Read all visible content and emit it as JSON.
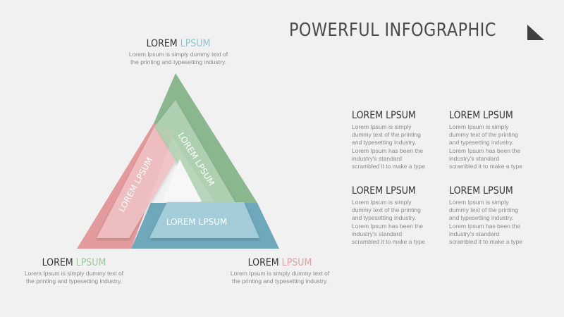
{
  "title": "POWERFUL INFOGRAPHIC",
  "colors": {
    "green": "#8bb78e",
    "pink": "#e29a9c",
    "blue": "#6fa8bb",
    "accent_text": "#333333"
  },
  "top_caption": {
    "head": "LOREM",
    "accent": "LPSUM",
    "accent_color": "#8ec3cf",
    "line1": "Lorem Ipsum is simply dummy text of",
    "line2": "the printing and typesetting industry."
  },
  "left_caption": {
    "head": "LOREM",
    "accent": "LPSUM",
    "accent_color": "#9cc79f",
    "line1": "Lorem Ipsum is simply dummy text of",
    "line2": "the printing and typesetting industry."
  },
  "right_caption": {
    "head": "LOREM",
    "accent": "LPSUM",
    "accent_color": "#e49ea3",
    "line1": "Lorem Ipsum is simply dummy text of",
    "line2": "the printing and typesetting industry."
  },
  "triangle_labels": {
    "green": "LOREM LPSUM",
    "pink": "LOREM LPSUM",
    "blue": "LOREM LPSUM"
  },
  "blocks": [
    {
      "head": "LOREM LPSUM",
      "l1": "Lorem Ipsum is simply",
      "l2": "dummy text of the printing",
      "l3": "and typesetting industry.",
      "l4": "Lorem Ipsum has been the",
      "l5": "industry's standard",
      "l6": "scrambled it to make a type"
    },
    {
      "head": "LOREM LPSUM",
      "l1": "Lorem Ipsum is simply",
      "l2": "dummy text of the printing",
      "l3": "and typesetting industry.",
      "l4": "Lorem Ipsum has been the",
      "l5": "industry's standard",
      "l6": "scrambled it to make a type"
    },
    {
      "head": "LOREM LPSUM",
      "l1": "Lorem Ipsum is simply",
      "l2": "dummy text of the printing",
      "l3": "and typesetting industry.",
      "l4": "Lorem Ipsum has been the",
      "l5": "industry's standard",
      "l6": "scrambled it to make a type"
    },
    {
      "head": "LOREM LPSUM",
      "l1": "Lorem Ipsum is simply",
      "l2": "dummy text of the printing",
      "l3": "and typesetting industry.",
      "l4": "Lorem Ipsum has been the",
      "l5": "industry's standard",
      "l6": "scrambled it to make a type"
    }
  ]
}
